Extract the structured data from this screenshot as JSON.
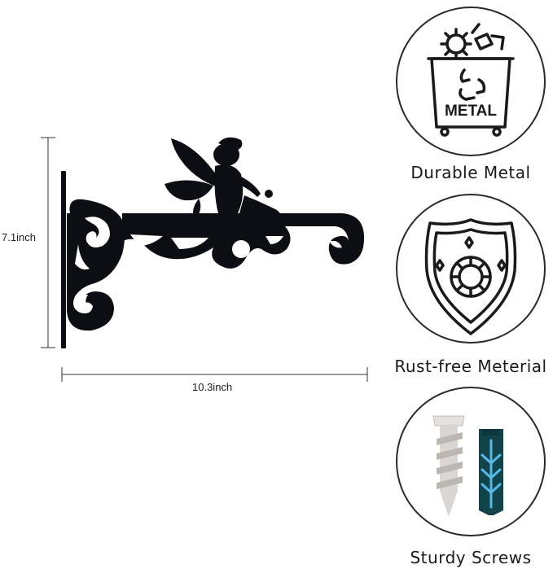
{
  "dimensions": {
    "height_label": "7.1inch",
    "width_label": "10.3inch"
  },
  "features": [
    {
      "label": "Durable Metal",
      "icon": "metal-recycling-bin-icon",
      "badge_text": "METAL"
    },
    {
      "label": "Rust-free Meterial",
      "icon": "shield-gear-icon"
    },
    {
      "label": "Sturdy Screws",
      "icon": "screw-and-anchor-icon"
    }
  ],
  "colors": {
    "bracket": "#0d0d14",
    "icon_stroke": "#1a1a1a",
    "anchor": "#12434a",
    "anchor_accent": "#56b8e6",
    "screw": "#d9d6d3"
  }
}
